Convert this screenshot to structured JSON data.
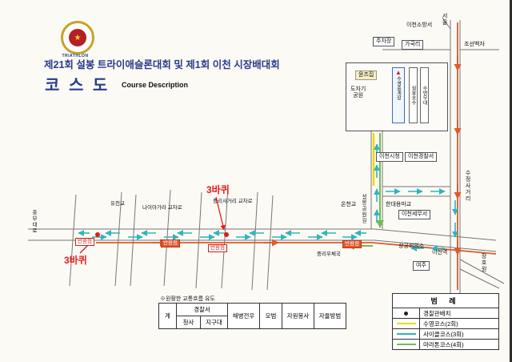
{
  "header": {
    "logo_symbol": "★",
    "logo_text": "TRIATHLON",
    "title": "제21회 설봉 트라이애슬론대회 및 제1회 이천 시장배대회",
    "heading": "코 스 도",
    "subheading": "Course Description"
  },
  "map": {
    "lap_label": "3바퀴",
    "turn_label": "반환점",
    "swim_marker": "▲",
    "labels": [
      {
        "text": "이천소방서"
      },
      {
        "text": "서울"
      },
      {
        "text": "조선백자"
      },
      {
        "text": "가국리"
      },
      {
        "text": "주차장"
      },
      {
        "text": "윤즈집"
      },
      {
        "text": "도자기\n공원"
      },
      {
        "text": "수영중계장"
      },
      {
        "text": "설봉호수"
      },
      {
        "text": "수변무대"
      },
      {
        "text": "이천시청"
      },
      {
        "text": "이천경찰서"
      },
      {
        "text": "이천세무서"
      },
      {
        "text": "한대용마교"
      },
      {
        "text": "온천교"
      },
      {
        "text": "수정사거리"
      },
      {
        "text": "상공회의소"
      },
      {
        "text": "이천역"
      },
      {
        "text": "여주"
      },
      {
        "text": "장호원"
      },
      {
        "text": "유천교"
      },
      {
        "text": "나이아가라 교차로"
      },
      {
        "text": "중리사거리 교차로"
      },
      {
        "text": "설봉공원길"
      },
      {
        "text": "중리우체국"
      },
      {
        "text": "중부대로"
      }
    ]
  },
  "footer": {
    "note": "※원활한 교통흐름 유도"
  },
  "table": {
    "col_total": "계",
    "header_police": "경찰서",
    "sub1": "청사",
    "sub2": "지구대",
    "col3": "해병전우",
    "col4": "모범",
    "col5": "자원봉사",
    "col6": "자율방범"
  },
  "legend": {
    "title": "범 례",
    "rows": [
      {
        "label": "경찰관배치",
        "color": "#222222",
        "type": "dot"
      },
      {
        "label": "수영코스(2회)",
        "color": "#f0d800",
        "type": "line"
      },
      {
        "label": "사이클코스(3회)",
        "color": "#2fb5bf",
        "type": "line"
      },
      {
        "label": "마라톤코스(4회)",
        "color": "#6fbe4a",
        "type": "line"
      }
    ]
  },
  "colors": {
    "title_blue": "#2b3a8c",
    "lap_red": "#e51a1a",
    "route_cycle": "#2fb5bf",
    "route_emphasis": "#e05a2b",
    "route_swim": "#f0d800",
    "route_run": "#6fbe4a"
  }
}
